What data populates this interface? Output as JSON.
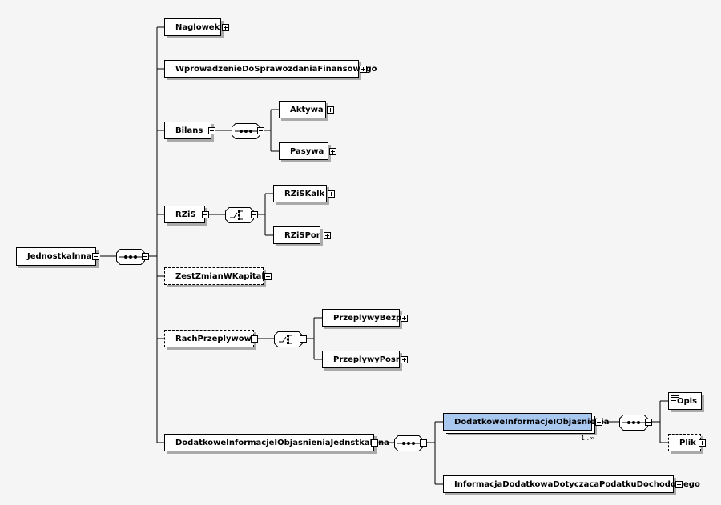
{
  "root": {
    "label": "Jednostkalnna"
  },
  "children": {
    "naglowek": "Naglowek",
    "wprowadzenie": "WprowadzenieDoSprawozdaniaFinansowego",
    "bilans": "Bilans",
    "aktywa": "Aktywa",
    "pasywa": "Pasywa",
    "rzis": "RZiS",
    "rziskalk": "RZiSKalk",
    "rzispor": "RZiSPor",
    "zestzmian": "ZestZmianWKapitale",
    "rachprzeplywow": "RachPrzeplywow",
    "przeplywybezp": "PrzeplywyBezp",
    "przeplywyposr": "PrzeplywyPosr",
    "dodatkowejednostkalna": "DodatkoweInformacjeIObjasnieniaJednstkalnna",
    "dodatkowe": "DodatkoweInformacjeIObjasnienia",
    "cardinality": "1..∞",
    "opis": "Opis",
    "plik": "Plik",
    "informacja": "InformacjaDodatkowaDotyczacaPodatkuDochodowego"
  }
}
